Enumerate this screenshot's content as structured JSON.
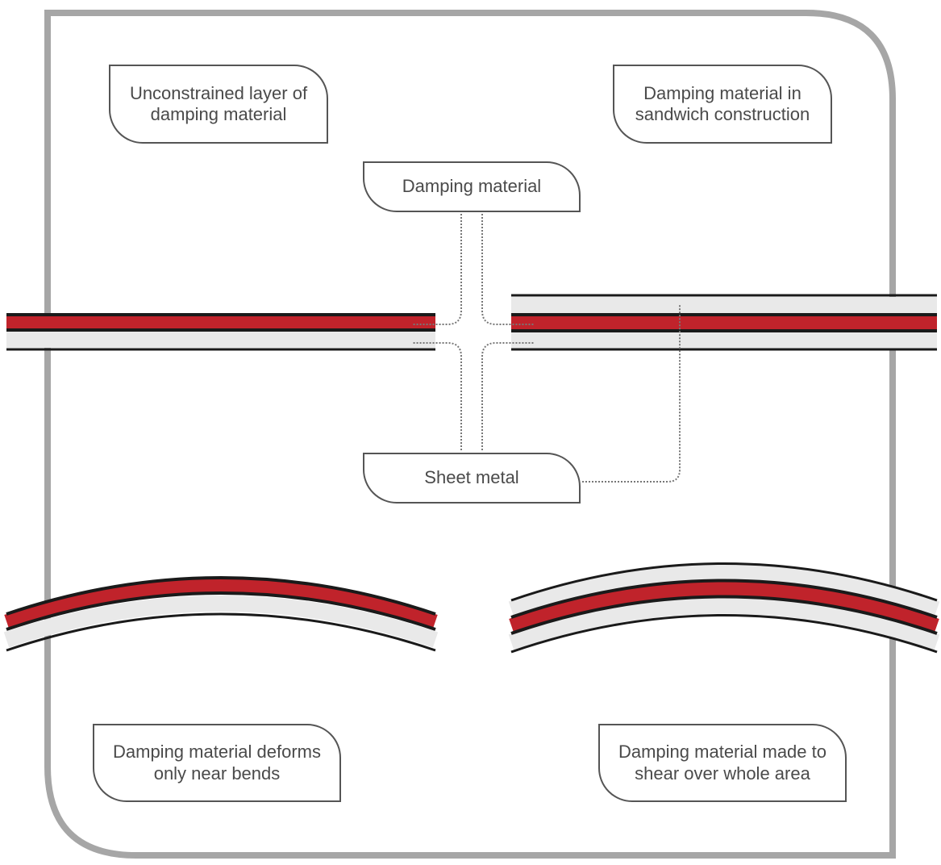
{
  "colors": {
    "frame": "#a6a6a6",
    "damping_layer": "#c0232b",
    "sheet_layer": "#e9e9e9",
    "edge_line": "#1a1a1a",
    "box_border": "#555555",
    "text": "#4a4a4a",
    "leader_line": "#777777"
  },
  "labels": {
    "unconstrained": "Unconstrained layer of\ndamping material",
    "sandwich": "Damping material in\nsandwich construction",
    "damping_material": "Damping material",
    "sheet_metal": "Sheet metal",
    "deforms_near_bends": "Damping material deforms\nonly near bends",
    "shear_whole_area": "Damping material made to\nshear over whole area"
  }
}
